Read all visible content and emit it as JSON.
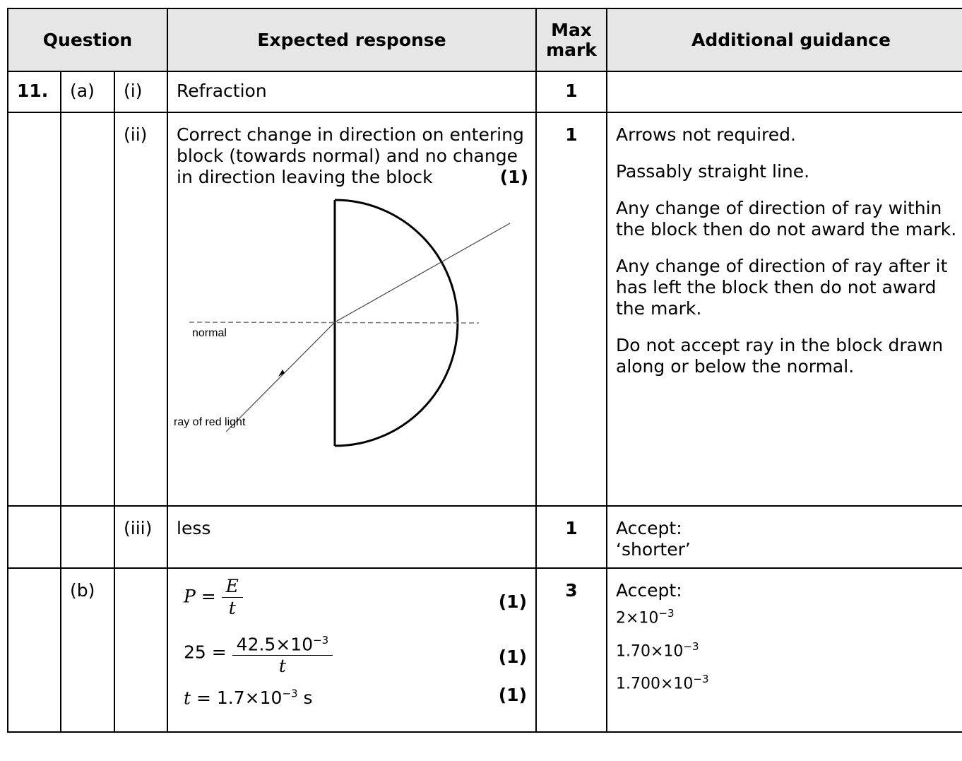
{
  "header": {
    "question": "Question",
    "expected": "Expected response",
    "max_mark": "Max mark",
    "guidance": "Additional guidance"
  },
  "rows": [
    {
      "q": "11.",
      "part": "(a)",
      "sub": "(i)",
      "response": "Refraction",
      "mark": "1",
      "guidance": ""
    },
    {
      "q": "",
      "part": "",
      "sub": "(ii)",
      "response": "Correct change in direction on entering block (towards normal) and no change in direction leaving the block",
      "response_mark": "(1)",
      "mark": "1",
      "guidance": [
        "Arrows not required.",
        "Passably straight line.",
        "Any change of direction of ray within the block then do not award the mark.",
        "Any change of direction of ray after it has left the block then do not award the mark.",
        "Do not accept ray in the block drawn along or below the normal."
      ],
      "diagram": {
        "normal_label": "normal",
        "ray_label": "ray of red light"
      }
    },
    {
      "q": "",
      "part": "",
      "sub": "(iii)",
      "response": "less",
      "mark": "1",
      "guidance": [
        "Accept:",
        "‘shorter’"
      ]
    },
    {
      "q": "",
      "part": "(b)",
      "sub": "",
      "mark": "3",
      "equations": [
        {
          "lhs": "P =",
          "num": "E",
          "den": "t",
          "mark": "(1)"
        },
        {
          "lhs": "25 =",
          "num": "42.5×10",
          "num_exp": "−3",
          "den": "t",
          "mark": "(1)"
        },
        {
          "lhs": "t =",
          "value": "1.7×10",
          "exp": "−3",
          "unit": " s",
          "mark": "(1)"
        }
      ],
      "guidance_title": "Accept:",
      "guidance_values": [
        {
          "base": "2×10",
          "exp": "−3"
        },
        {
          "base": "1.70×10",
          "exp": "−3"
        },
        {
          "base": "1.700×10",
          "exp": "−3"
        }
      ]
    }
  ]
}
